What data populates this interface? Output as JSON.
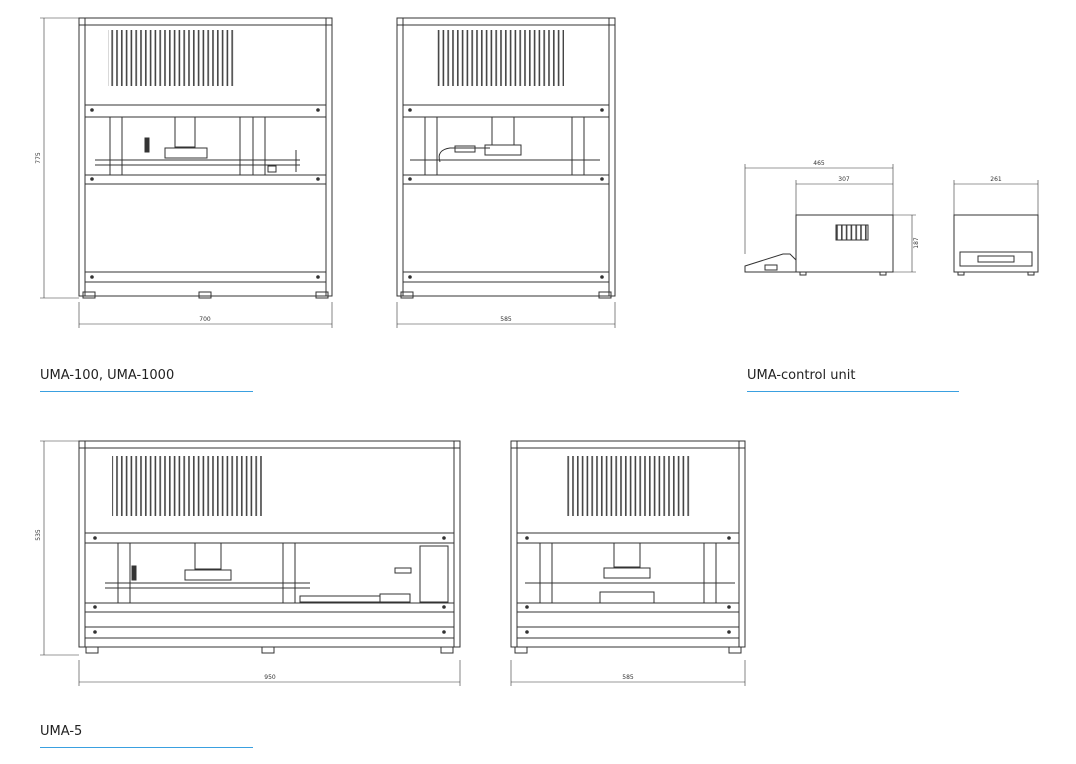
{
  "captions": {
    "uma100": "UMA-100, UMA-1000",
    "control": "UMA-control unit",
    "uma5": "UMA-5"
  },
  "dimensions": {
    "uma100_height": "775",
    "uma100_width": "700",
    "uma100_depth": "585",
    "control_total": "465",
    "control_body": "307",
    "control_height": "187",
    "control_depth": "261",
    "uma5_height": "535",
    "uma5_width": "950",
    "uma5_depth": "585"
  },
  "colors": {
    "line": "#333333",
    "accent": "#3aa0e0"
  }
}
